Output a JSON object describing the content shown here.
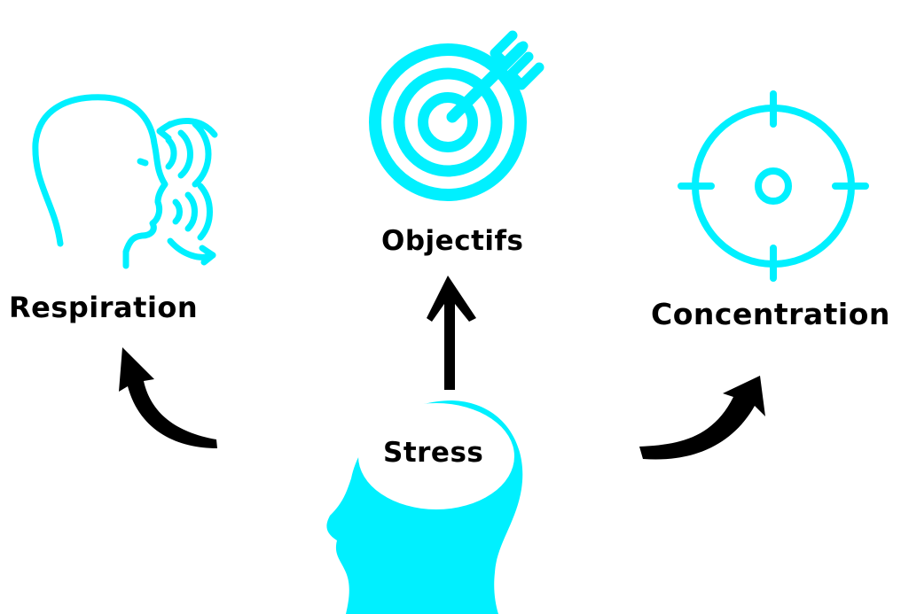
{
  "diagram": {
    "center": {
      "label": "Stress",
      "icon": "head-silhouette-icon"
    },
    "nodes": [
      {
        "id": "respiration",
        "label": "Respiration",
        "icon": "breathing-head-icon"
      },
      {
        "id": "objectifs",
        "label": "Objectifs",
        "icon": "target-arrow-icon"
      },
      {
        "id": "concentration",
        "label": "Concentration",
        "icon": "crosshair-icon"
      }
    ],
    "edges": [
      {
        "from": "Stress",
        "to": "Respiration"
      },
      {
        "from": "Stress",
        "to": "Objectifs"
      },
      {
        "from": "Stress",
        "to": "Concentration"
      }
    ]
  },
  "colors": {
    "accent": "#00F0FF",
    "text": "#000000",
    "arrow": "#000000",
    "background": "#FFFFFF"
  }
}
